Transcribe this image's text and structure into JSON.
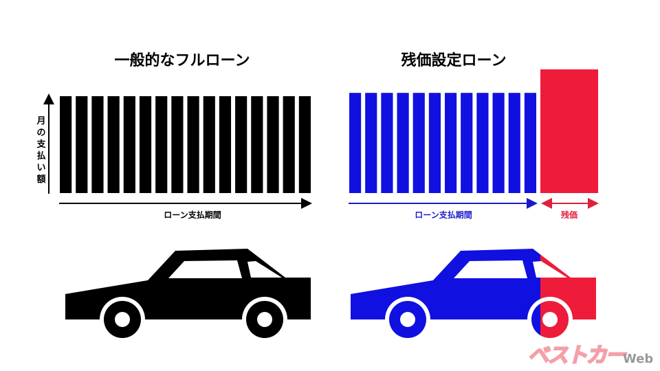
{
  "left": {
    "title": "一般的なフルローン",
    "y_label": "月の支払い額",
    "x_label": "ローン支払期間",
    "bar_count": 16,
    "color": "#000000"
  },
  "right": {
    "title": "残価設定ローン",
    "x_label": "ローン支払期間",
    "residual_label": "残価",
    "bar_count": 12,
    "monthly_relative_height": 0.81,
    "color": "#1010e0",
    "residual_color": "#ee1c3a"
  },
  "logo": {
    "text": "ベストカー",
    "suffix": "Web"
  }
}
